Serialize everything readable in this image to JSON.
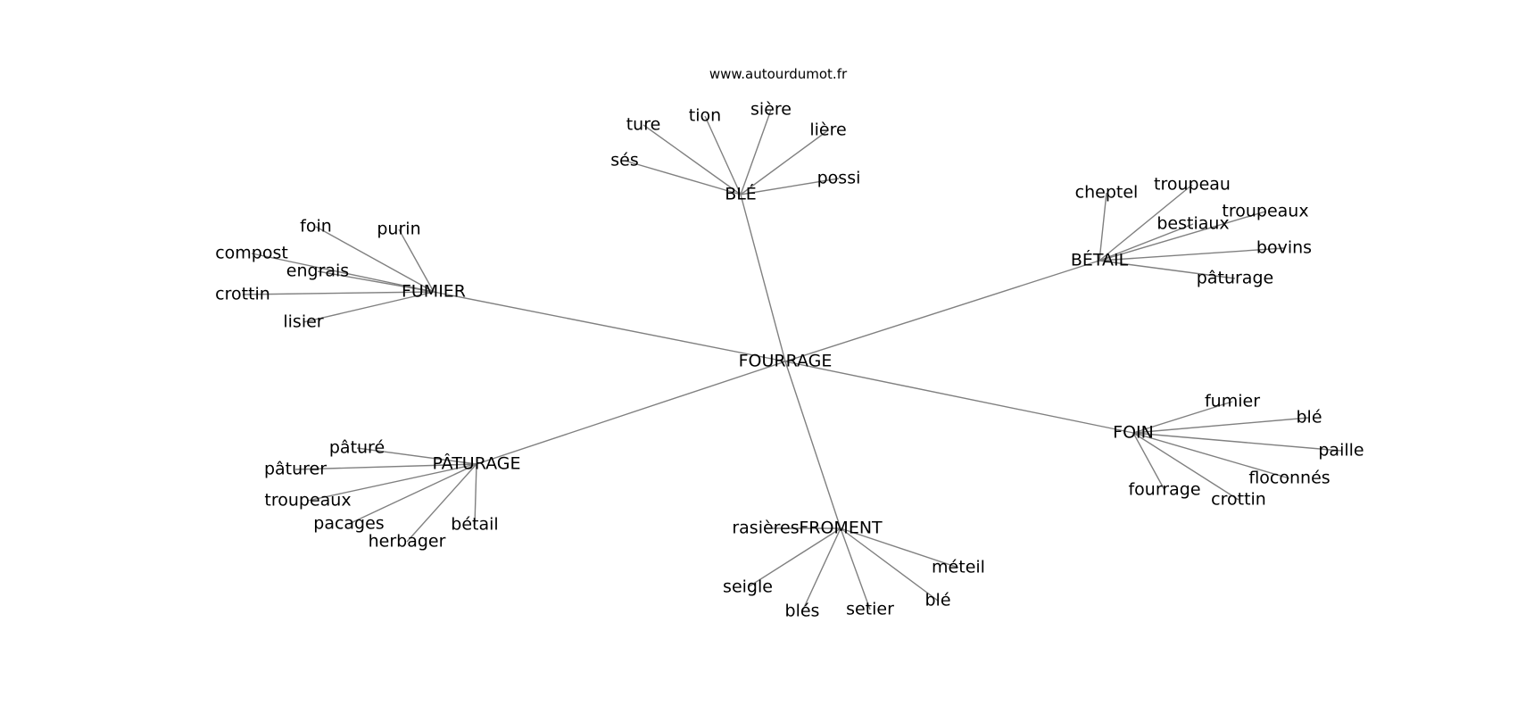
{
  "site": "www.autourdumot.fr",
  "center": "FOURRAGE",
  "clusters": [
    {
      "id": "ble",
      "label": "BLÉ",
      "words": [
        "sés",
        "ture",
        "tion",
        "sière",
        "lière",
        "possi"
      ]
    },
    {
      "id": "fumier",
      "label": "FUMIER",
      "words": [
        "foin",
        "purin",
        "compost",
        "engrais",
        "crottin",
        "lisier"
      ]
    },
    {
      "id": "betail",
      "label": "BÉTAIL",
      "words": [
        "cheptel",
        "troupeau",
        "troupeaux",
        "bestiaux",
        "bovins",
        "pâturage"
      ]
    },
    {
      "id": "paturage",
      "label": "PÂTURAGE",
      "words": [
        "pâturé",
        "pâturer",
        "troupeaux",
        "pacages",
        "herbager",
        "bétail"
      ]
    },
    {
      "id": "foin",
      "label": "FOIN",
      "words": [
        "fumier",
        "blé",
        "paille",
        "floconnés",
        "crottin",
        "fourrage"
      ]
    },
    {
      "id": "froment",
      "label": "FROMENT",
      "words": [
        "rasières",
        "méteil",
        "blé",
        "setier",
        "blés",
        "seigle"
      ]
    }
  ]
}
